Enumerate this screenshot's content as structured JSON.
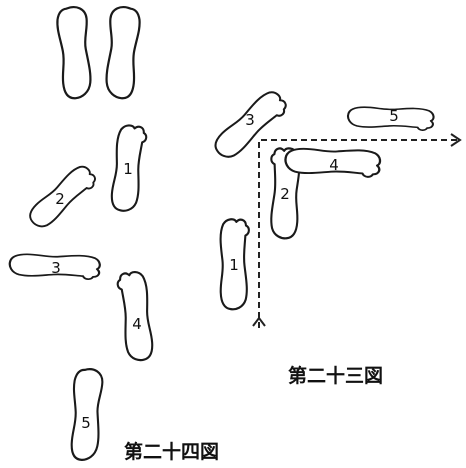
{
  "figures": [
    {
      "caption": "第二十四図",
      "steps": [
        "1",
        "2",
        "3",
        "4",
        "5"
      ]
    },
    {
      "caption": "第二十三図",
      "steps": [
        "1",
        "2",
        "3",
        "4",
        "5"
      ]
    }
  ]
}
